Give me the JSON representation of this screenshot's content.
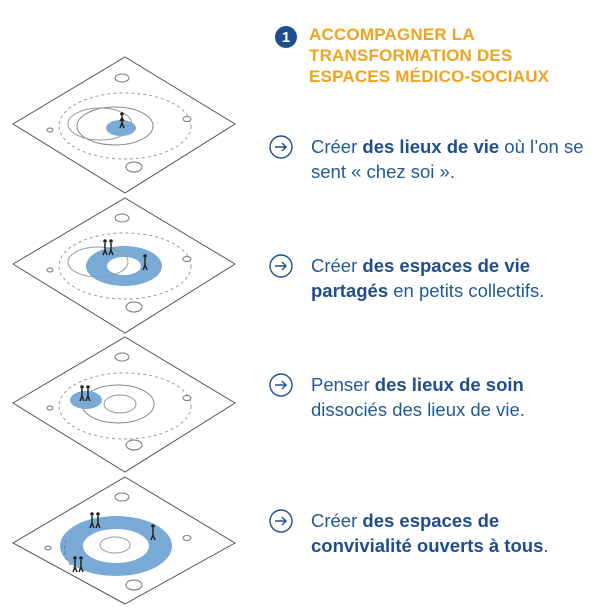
{
  "header": {
    "number": "1",
    "title_lines": [
      "ACCOMPAGNER LA",
      "TRANSFORMATION DES",
      "ESPACES MÉDICO-SOCIAUX"
    ]
  },
  "colors": {
    "accent_orange": "#f0a31c",
    "navy": "#1f4e8c",
    "blue_text": "#1f5a96",
    "fill_blue": "#7aaad6"
  },
  "items": [
    {
      "pre": "Créer ",
      "bold": "des lieux de vie",
      "post": " où l’on se sent « chez soi »."
    },
    {
      "pre": "Créer ",
      "bold": "des espaces de vie partagés",
      "post": " en petits collectifs."
    },
    {
      "pre": "Penser ",
      "bold": "des lieux de soin",
      "post": " dissociés des lieux de vie."
    },
    {
      "pre": "Créer ",
      "bold": "des espaces de convivialité ouverts à tous",
      "post": "."
    }
  ],
  "icons": {
    "item_bullet": "circled-arrow-right-icon",
    "people": "walking-person-icon"
  }
}
